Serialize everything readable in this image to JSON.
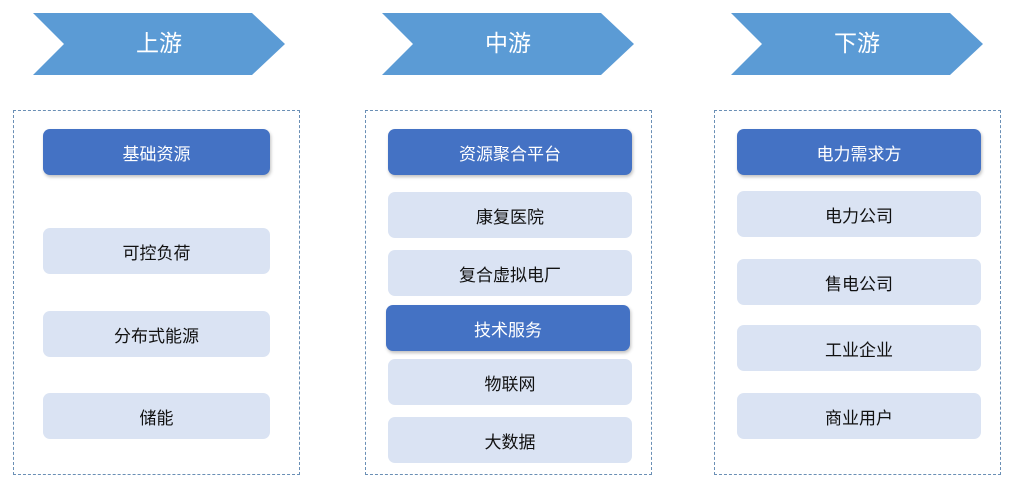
{
  "columns": [
    {
      "stage": "上游",
      "header": "基础资源",
      "items": [
        "可控负荷",
        "分布式能源",
        "储能"
      ]
    },
    {
      "stage": "中游",
      "header": "资源聚合平台",
      "items": [
        "康复医院",
        "复合虚拟电厂"
      ],
      "header2": "技术服务",
      "items2": [
        "物联网",
        "大数据"
      ]
    },
    {
      "stage": "下游",
      "header": "电力需求方",
      "items": [
        "电力公司",
        "售电公司",
        "工业企业",
        "商业用户"
      ]
    }
  ],
  "colors": {
    "chevron": "#5b9bd5",
    "header": "#4472c4",
    "item": "#dae3f3"
  }
}
